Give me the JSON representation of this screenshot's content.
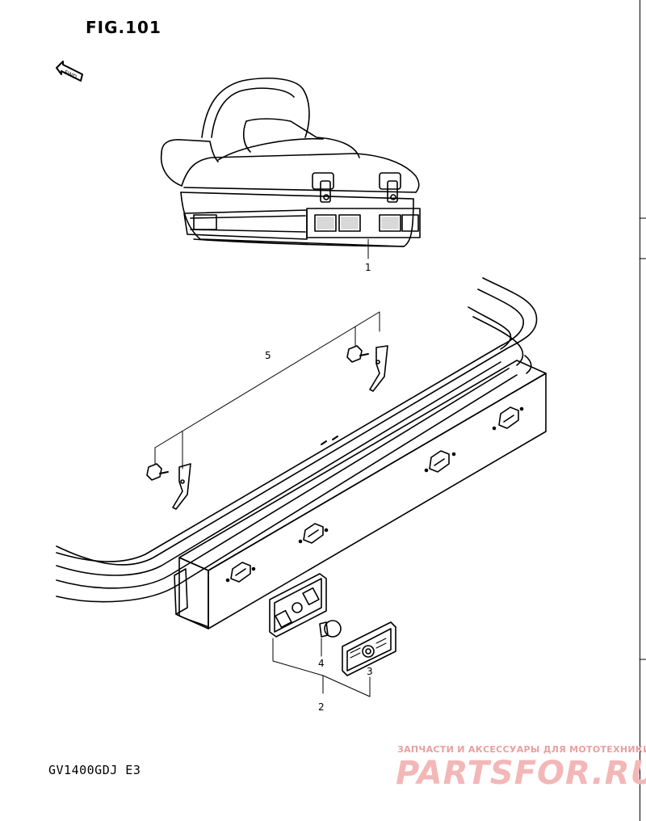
{
  "figure": {
    "title": "FIG.101",
    "model": "GV1400GDJ E3",
    "fwd_label": "FWD"
  },
  "callouts": {
    "c1": "1",
    "c2": "2",
    "c3": "3",
    "c4": "4",
    "c5": "5"
  },
  "watermark": {
    "tagline": "ЗАПЧАСТИ И АКСЕССУАРЫ ДЛЯ МОТОТЕХНИКИ",
    "brand": "PARTSFOR.RU"
  }
}
